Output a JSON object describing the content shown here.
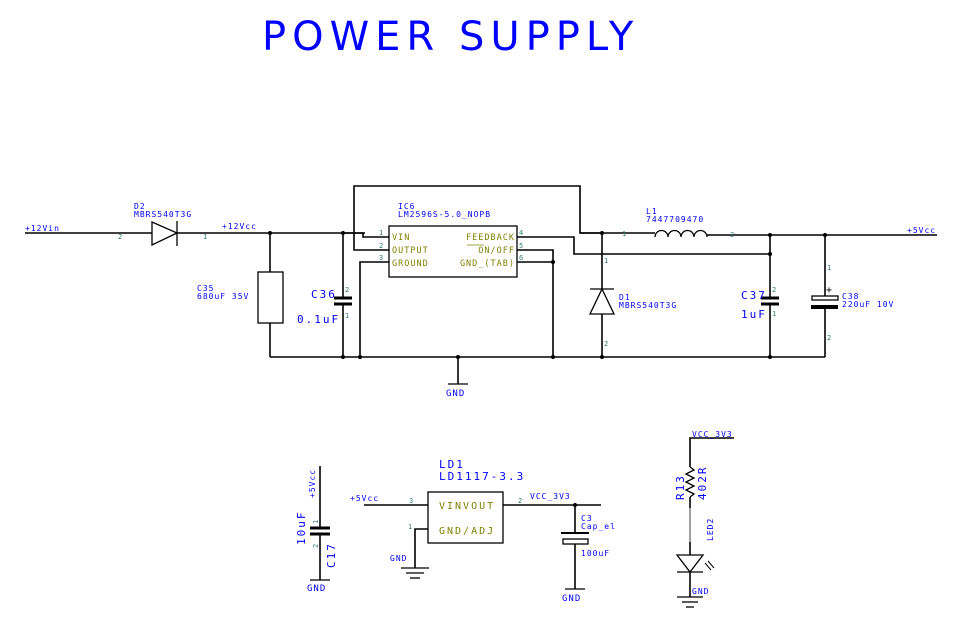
{
  "title": "POWER SUPPLY",
  "colors": {
    "text": "#0000ff",
    "wire": "#000000",
    "pin_number": "#2e7d6e",
    "ic_pin_label": "#808000"
  },
  "nets": {
    "in_12v": "+12Vin",
    "vcc_12v": "+12Vcc",
    "out_5v": "+5Vcc",
    "gnd": "GND",
    "vcc_3v3": "VCC_3V3"
  },
  "components": {
    "d2": {
      "ref": "D2",
      "value": "MBRS540T3G",
      "pin_a": "2",
      "pin_k": "1"
    },
    "c35": {
      "ref": "C35",
      "value": "680uF 35V"
    },
    "c36": {
      "ref": "C36",
      "value": "0.1uF",
      "pin1": "1",
      "pin2": "2"
    },
    "ic6": {
      "ref": "IC6",
      "value": "LM2596S-5.0_NOPB",
      "pins_left": [
        {
          "num": "1",
          "name": "VIN"
        },
        {
          "num": "2",
          "name": "OUTPUT"
        },
        {
          "num": "3",
          "name": "GROUND"
        }
      ],
      "pins_right": [
        {
          "num": "4",
          "name": "FEEDBACK"
        },
        {
          "num": "5",
          "name": "ON/OFF"
        },
        {
          "num": "6",
          "name": "GND_(TAB)"
        }
      ]
    },
    "d1": {
      "ref": "D1",
      "value": "MBRS540T3G",
      "pin1": "1",
      "pin2": "2"
    },
    "l1": {
      "ref": "L1",
      "value": "7447709470",
      "pin1": "1",
      "pin2": "2"
    },
    "c37": {
      "ref": "C37",
      "value": "1uF",
      "pin1": "1",
      "pin2": "2"
    },
    "c38": {
      "ref": "C38",
      "value": "220uF 10V",
      "pin1": "1",
      "pin2": "2",
      "polarity": "+"
    },
    "c17": {
      "ref": "C17",
      "value": "10uF",
      "pin1": "1",
      "pin2": "2"
    },
    "ld1": {
      "ref": "LD1",
      "value": "LD1117-3.3",
      "pin_vin": "3",
      "pin_vout": "2",
      "pin_gnd": "1",
      "label_top": "VINVOUT",
      "label_bottom": "GND/ADJ"
    },
    "c3": {
      "ref": "C3",
      "value": "Cap_el",
      "capacitance": "100uF"
    },
    "r13": {
      "ref": "R13",
      "value": "402R"
    },
    "led2": {
      "ref": "LED2"
    }
  }
}
